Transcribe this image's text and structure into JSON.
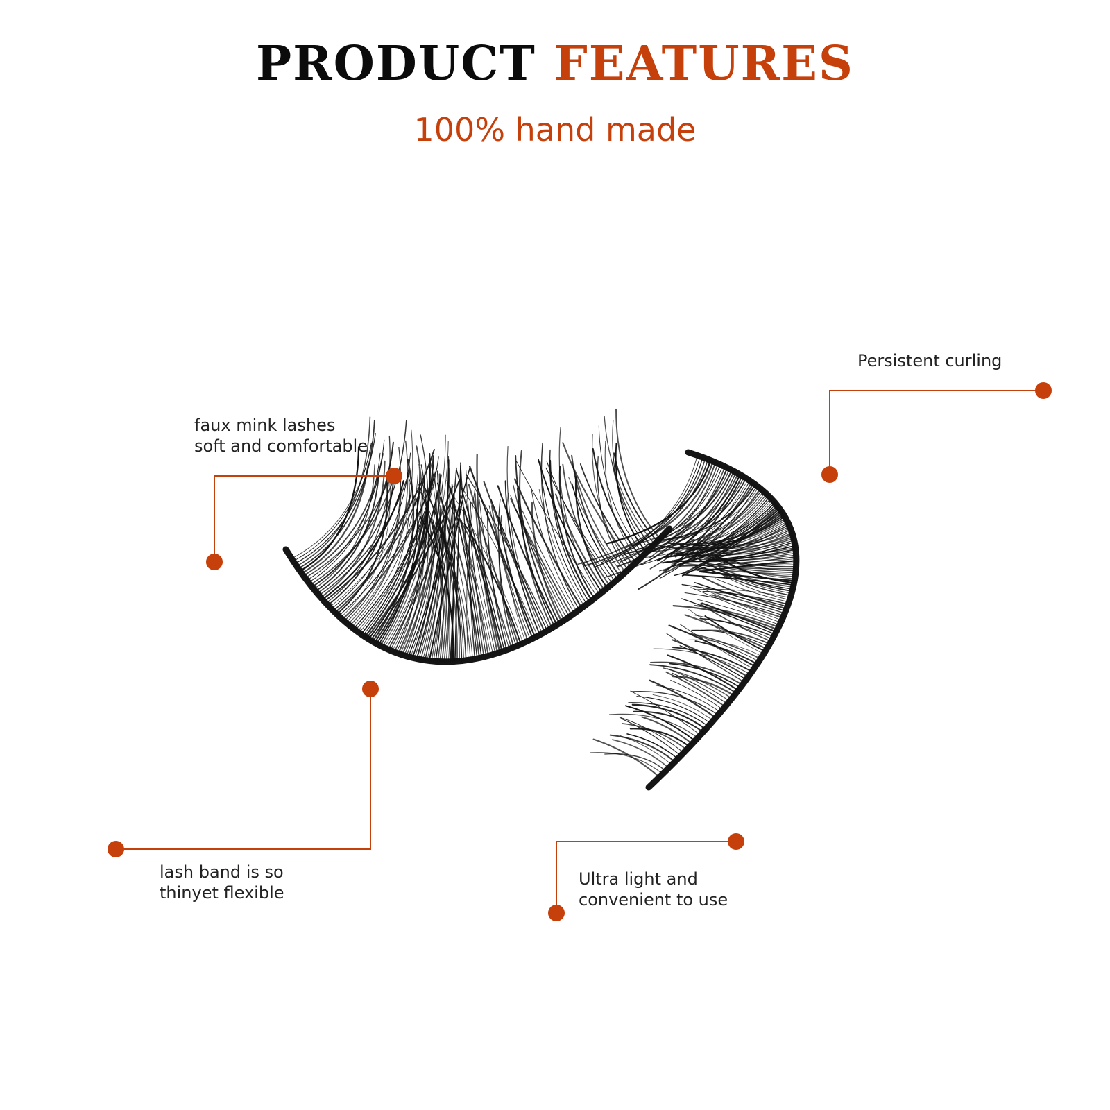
{
  "title": {
    "dark": "PRODUCT",
    "accent": "FEATURES"
  },
  "subtitle": "100% hand made",
  "accent_color": "#c5400a",
  "callouts": {
    "mink": {
      "line1": "faux mink lashes",
      "line2": "soft and comfortable"
    },
    "curling": {
      "line1": "Persistent curling"
    },
    "band": {
      "line1": "lash band is so",
      "line2": "thinyet flexible"
    },
    "light": {
      "line1": "Ultra light and",
      "line2": "convenient to use"
    }
  }
}
